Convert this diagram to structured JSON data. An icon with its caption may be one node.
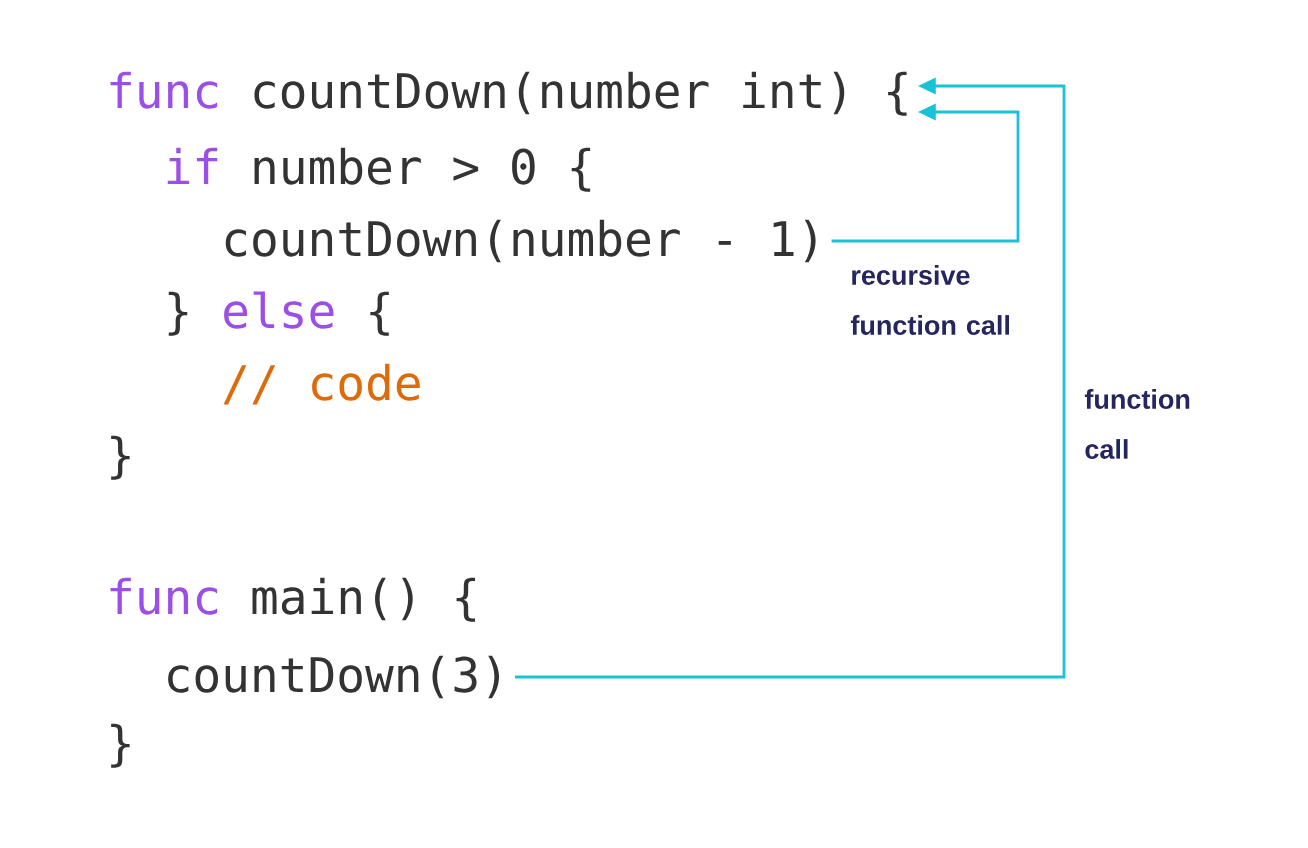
{
  "diagram": {
    "nodes": [
      {
        "text": [
          "func",
          "countDown(number int) {"
        ]
      },
      {
        "text": [
          "countDown(number - 1)"
        ]
      },
      {
        "text": [
          "countDown(3)"
        ]
      }
    ],
    "edges": [
      {
        "from": 1,
        "to": 0,
        "arrow": "to",
        "label": "recursive function call"
      },
      {
        "from": 2,
        "to": 0,
        "arrow": "to",
        "label": "function call"
      }
    ],
    "labels": [
      "if",
      "number > 0 {",
      "}",
      "else",
      "{",
      "// code",
      "}",
      "func",
      "main() {",
      "}"
    ]
  }
}
